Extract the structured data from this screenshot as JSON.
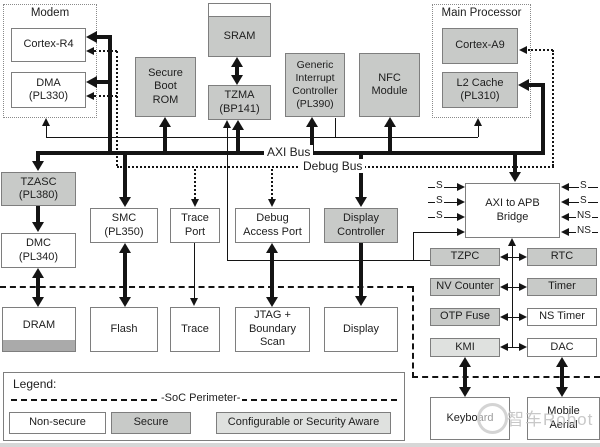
{
  "modem": {
    "title": "Modem",
    "cortex_r4": "Cortex-R4",
    "dma": "DMA\n(PL330)"
  },
  "top": {
    "secure_boot_rom": "Secure\nBoot\nROM",
    "sram": "SRAM",
    "tzma": "TZMA\n(BP141)",
    "gic": "Generic\nInterrupt\nController\n(PL390)",
    "nfc": "NFC\nModule"
  },
  "main_processor": {
    "title": "Main Processor",
    "cortex_a9": "Cortex-A9",
    "l2_cache": "L2 Cache\n(PL310)"
  },
  "buses": {
    "axi": "AXI Bus",
    "debug": "Debug Bus"
  },
  "middle": {
    "tzasc": "TZASC\n(PL380)",
    "dmc": "DMC\n(PL340)",
    "smc": "SMC\n(PL350)",
    "trace_port": "Trace\nPort",
    "debug_access_port": "Debug\nAccess Port",
    "display_controller": "Display\nController",
    "bridge": "AXI to APB\nBridge"
  },
  "bridge_inputs": {
    "left": [
      "S",
      "S",
      "S"
    ],
    "right": [
      "S",
      "S",
      "NS",
      "NS"
    ]
  },
  "apb": {
    "tzpc": "TZPC",
    "rtc": "RTC",
    "nv_counter": "NV Counter",
    "timer": "Timer",
    "otp_fuse": "OTP Fuse",
    "ns_timer": "NS Timer",
    "kmi": "KMI",
    "dac": "DAC"
  },
  "external": {
    "dram": "DRAM",
    "flash": "Flash",
    "trace": "Trace",
    "jtag": "JTAG +\nBoundary\nScan",
    "display": "Display",
    "keyboard": "Keyboard",
    "mobile_aerial": "Mobile\nAerial"
  },
  "legend": {
    "title": "Legend:",
    "perimeter_label": "-SoC Perimeter-",
    "items": [
      {
        "label": "Non-secure"
      },
      {
        "label": "Secure"
      },
      {
        "label": "Configurable or Security Aware"
      }
    ]
  },
  "watermark": "智车Robot",
  "colors": {
    "secure": "#c8cac8",
    "configurable": "#dfe1df",
    "non_secure": "#ffffff",
    "dram_strip": "#aaaaaa"
  }
}
